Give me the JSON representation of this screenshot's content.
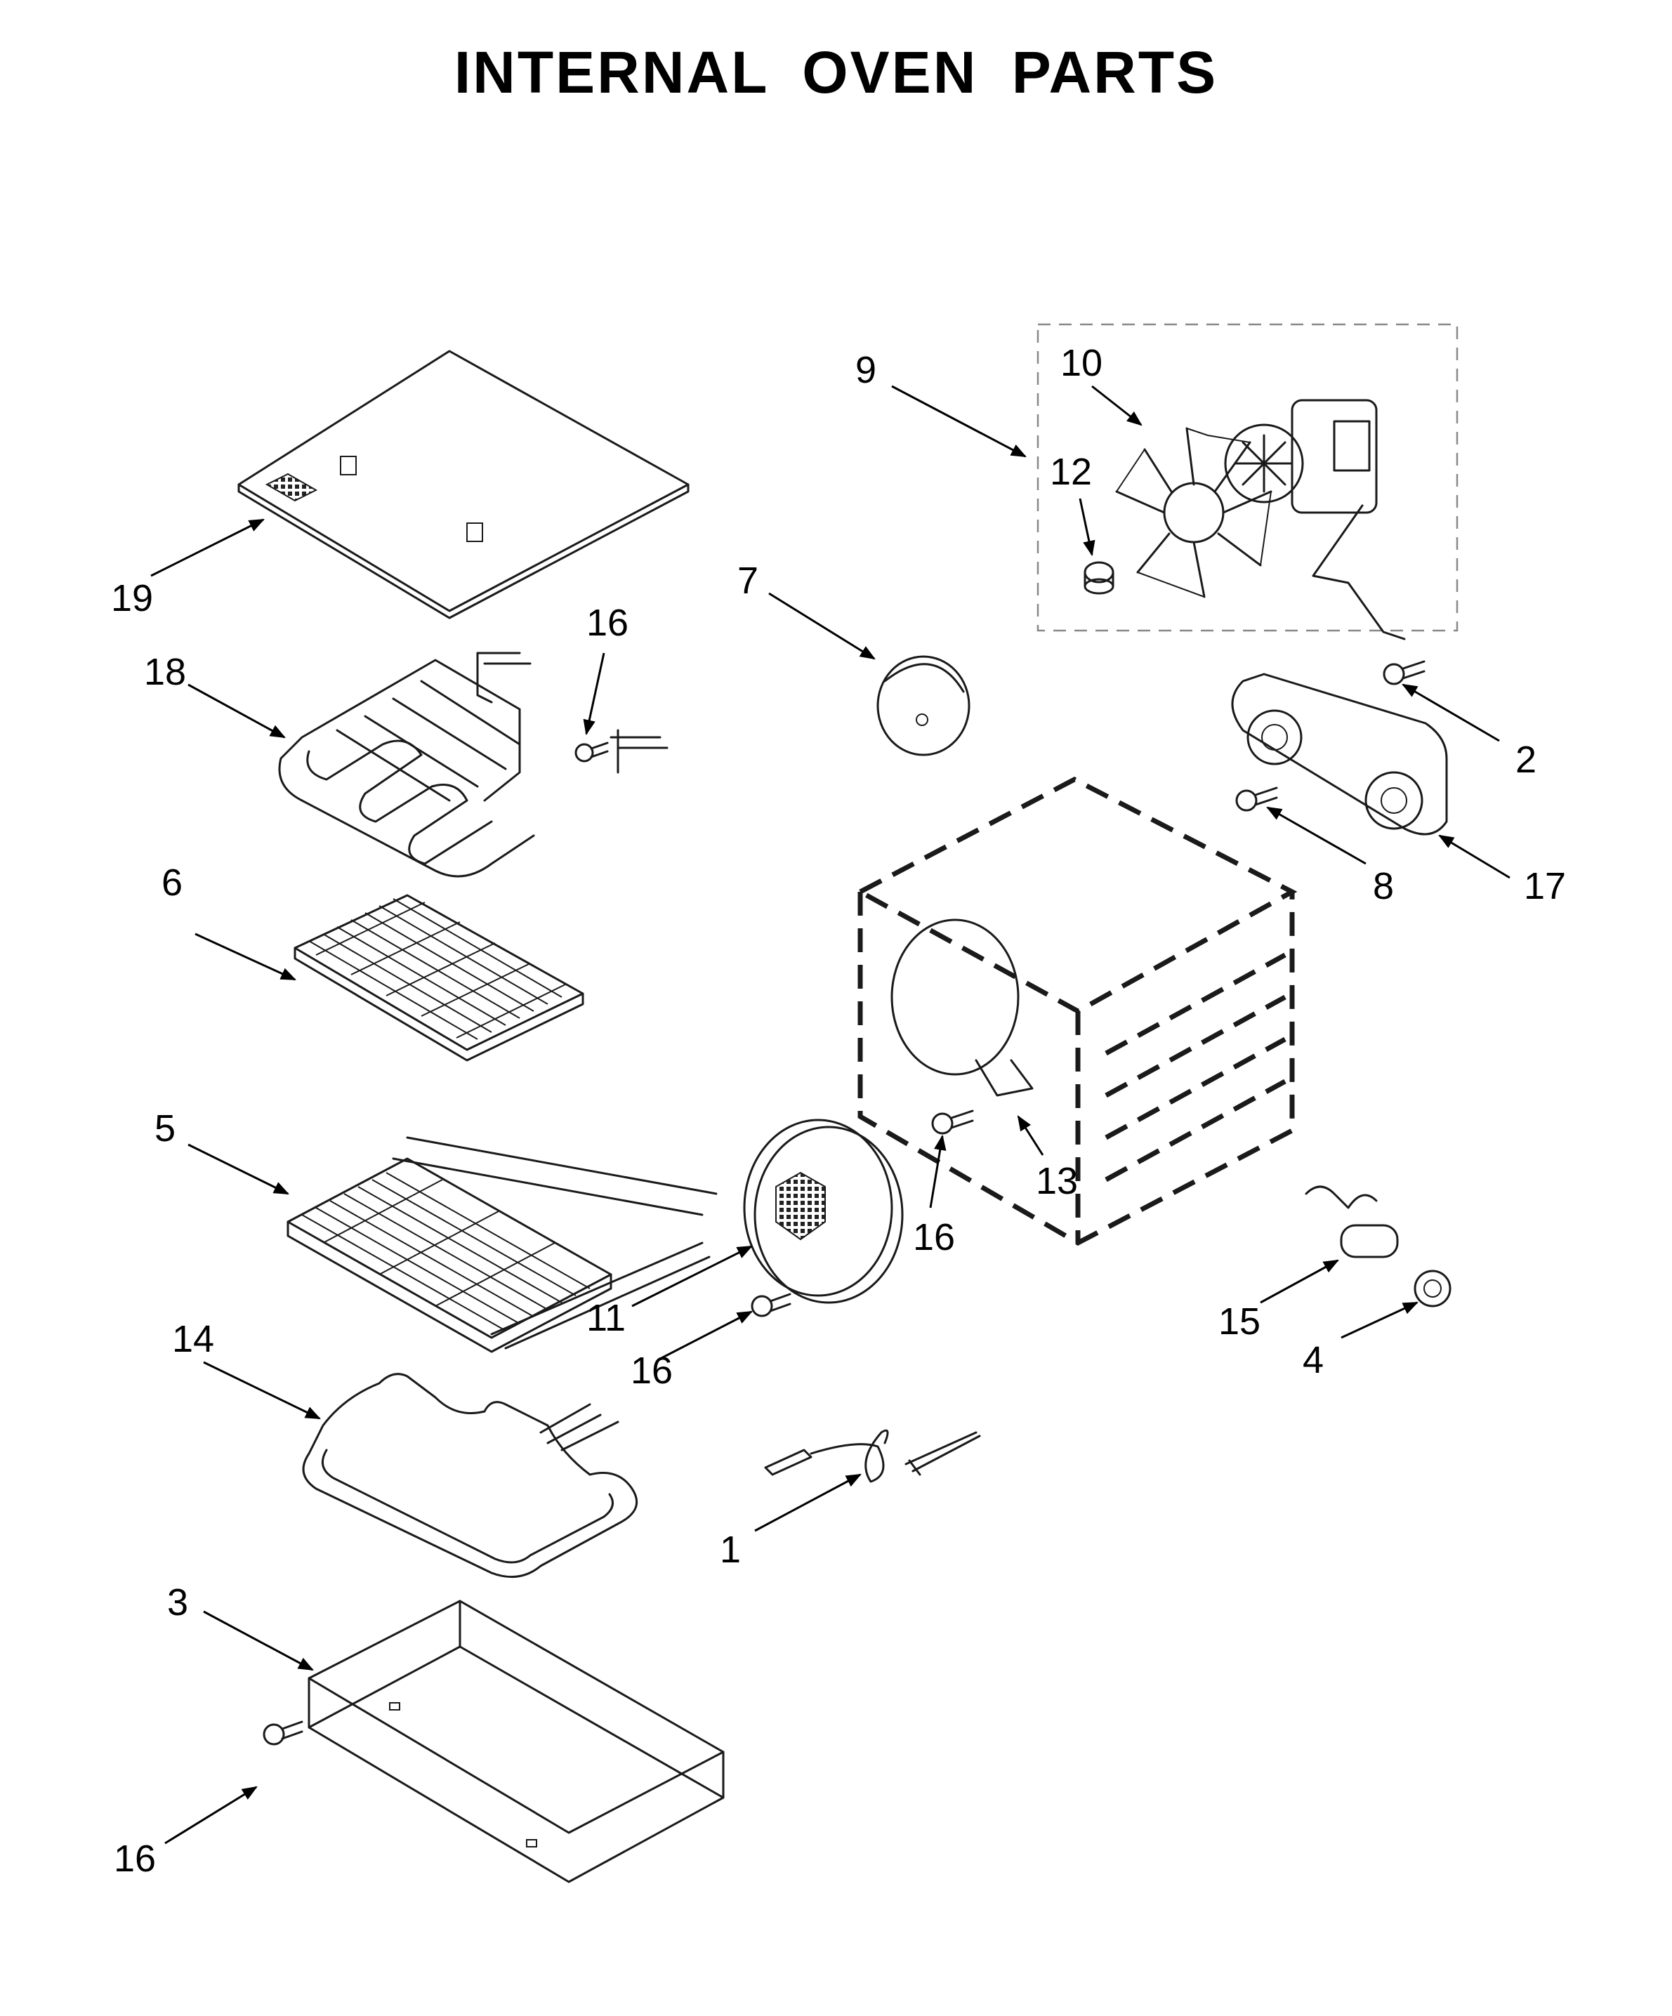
{
  "title": "INTERNAL OVEN PARTS",
  "callouts": {
    "c1": "1",
    "c2": "2",
    "c3": "3",
    "c4": "4",
    "c5": "5",
    "c6": "6",
    "c7": "7",
    "c8": "8",
    "c9": "9",
    "c10": "10",
    "c11": "11",
    "c12": "12",
    "c13": "13",
    "c14": "14",
    "c15": "15",
    "c16a": "16",
    "c16b": "16",
    "c16c": "16",
    "c16d": "16",
    "c17": "17",
    "c18": "18",
    "c19": "19"
  }
}
